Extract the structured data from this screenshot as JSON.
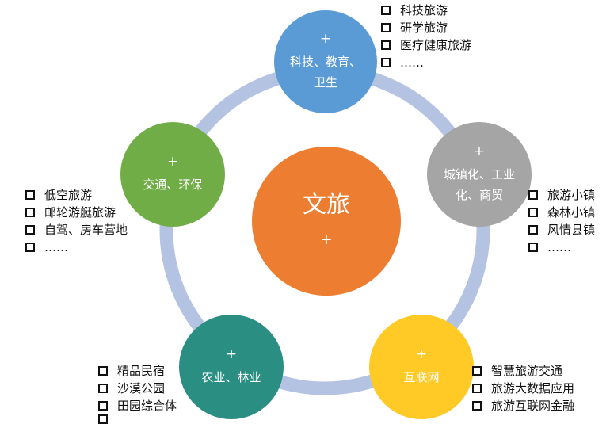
{
  "center": {
    "title": "文旅",
    "plus": "+",
    "color": "#ED7D31"
  },
  "ring_color": "#B4C3E2",
  "nodes": [
    {
      "id": "tech",
      "plus": "+",
      "label": "科技、教育、卫生",
      "color": "#5B9BD5",
      "items": [
        "科技旅游",
        "研学旅游",
        "医疗健康旅游",
        "……"
      ]
    },
    {
      "id": "urban",
      "plus": "+",
      "label": "城镇化、工业化、商贸",
      "color": "#A5A5A5",
      "items": [
        "旅游小镇",
        "森林小镇",
        "风情县镇",
        "……"
      ]
    },
    {
      "id": "internet",
      "plus": "+",
      "label": "互联网",
      "color": "#FFC926",
      "items": [
        "智慧旅游交通",
        "旅游大数据应用",
        "旅游互联网金融"
      ]
    },
    {
      "id": "agri",
      "plus": "+",
      "label": "农业、林业",
      "color": "#2A8F82",
      "items": [
        "精品民宿",
        "沙漠公园",
        "田园综合体",
        ""
      ]
    },
    {
      "id": "transport",
      "plus": "+",
      "label": "交通、环保",
      "color": "#70AD47",
      "items": [
        "低空旅游",
        "邮轮游艇旅游",
        "自驾、房车营地",
        "……"
      ]
    }
  ]
}
